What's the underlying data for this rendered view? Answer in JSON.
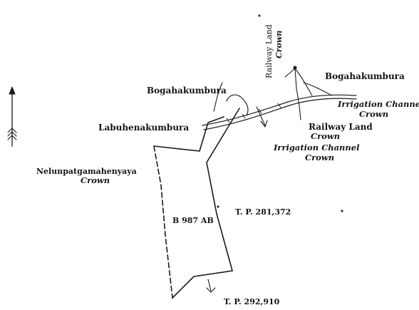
{
  "map": {
    "labels": {
      "bogahakumbura_left": "Bogahakumbura",
      "bogahakumbura_right": "Bogahakumbura",
      "labuhenakumbura": "Labuhenakumbura",
      "nelunpatgamahenyaya": "Nelunpatgamahenyaya",
      "crown_nelun": "Crown",
      "railway_land_vertical": "Railway Land",
      "crown_vertical": "Crown",
      "irrigation_channel_right": "Irrigation Channel",
      "crown_irrigation_right": "Crown",
      "railway_land_lower": "Railway Land",
      "crown_railway_lower": "Crown",
      "irrigation_channel_lower": "Irrigation Channel",
      "crown_irrigation_lower": "Crown",
      "lot_label": "B 987 AB",
      "tp_281372": "T. P. 281,372",
      "tp_292910": "T. P. 292,910"
    },
    "north_arrow": "north-arrow-icon"
  }
}
